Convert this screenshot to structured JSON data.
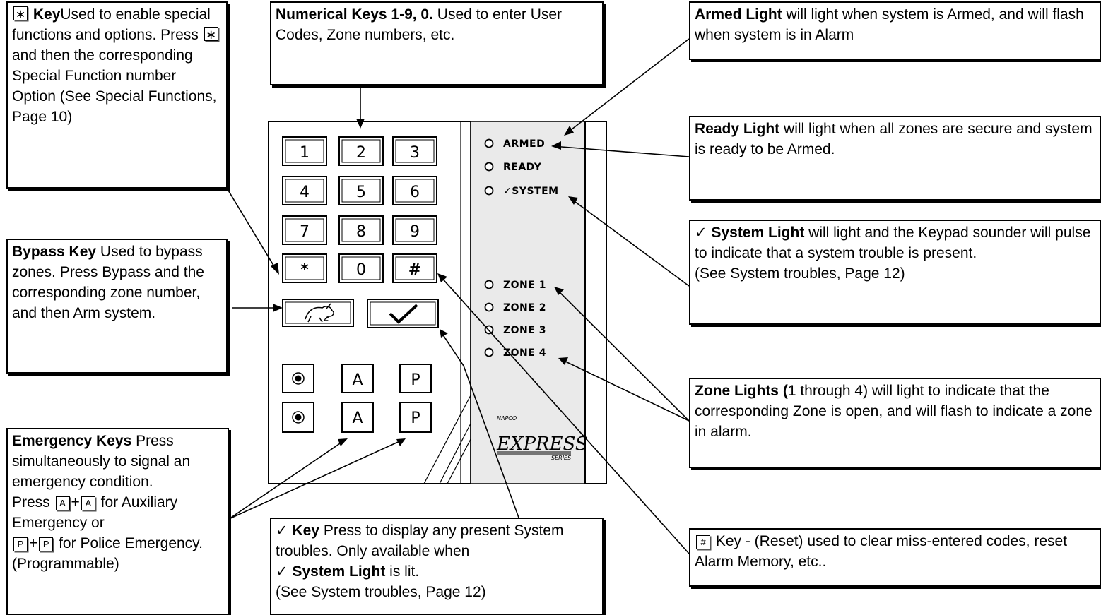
{
  "star_key": {
    "glyph": "∗",
    "title": "Key",
    "text": "Used to enable special functions and options. Press ",
    "text2": " and then the corresponding Special Function number Option (See Special Functions, Page 10)"
  },
  "numerical": {
    "title": "Numerical Keys 1-9, 0.",
    "text": " Used to enter User Codes, Zone numbers, etc."
  },
  "armed": {
    "title": "Armed Light",
    "text": " will light when system is Armed, and will flash when system is in Alarm"
  },
  "ready": {
    "title": "Ready Light",
    "text": " will light when all zones are secure and system is ready to be Armed."
  },
  "system": {
    "check": "✓",
    "title": "System Light",
    "text": " will light and the Keypad sounder will pulse to indicate that a system trouble is present.",
    "ref": "(See System troubles, Page 12)"
  },
  "bypass": {
    "title": "Bypass Key",
    "text": " Used to bypass zones. Press Bypass and the corresponding zone number, and then Arm system."
  },
  "zone": {
    "title": "Zone Lights (",
    "text": "1 through 4) will light to indicate that the corresponding Zone is open, and will flash to indicate a zone in alarm."
  },
  "emergency": {
    "title": "Emergency Keys",
    "text": " Press simultaneously to signal an emergency condition.",
    "press": "Press ",
    "a_key": "A",
    "p_key": "P",
    "plus": "+",
    "aux": " for Auxiliary Emergency or",
    "police": " for Police Emergency. (Programmable)"
  },
  "check_key": {
    "check": "✓",
    "title": "Key",
    "text": " Press to display any present System troubles. Only available when",
    "title2": "System Light",
    "text2": " is lit.",
    "ref": "(See System troubles, Page 12)"
  },
  "hash_key": {
    "glyph": "#",
    "text": " Key - (Reset) used to clear miss-entered codes, reset Alarm Memory, etc.."
  },
  "keypad": {
    "keys": [
      "1",
      "2",
      "3",
      "4",
      "5",
      "6",
      "7",
      "8",
      "9",
      "*",
      "0",
      "#"
    ],
    "func_a": "A",
    "func_p": "P",
    "leds": [
      "ARMED",
      "READY",
      "✓SYSTEM",
      "ZONE 1",
      "ZONE 2",
      "ZONE 3",
      "ZONE 4"
    ],
    "brand_small": "NAPCO",
    "brand": "EXPRESS",
    "brand_tm": "™",
    "brand_series": "SERIES"
  }
}
